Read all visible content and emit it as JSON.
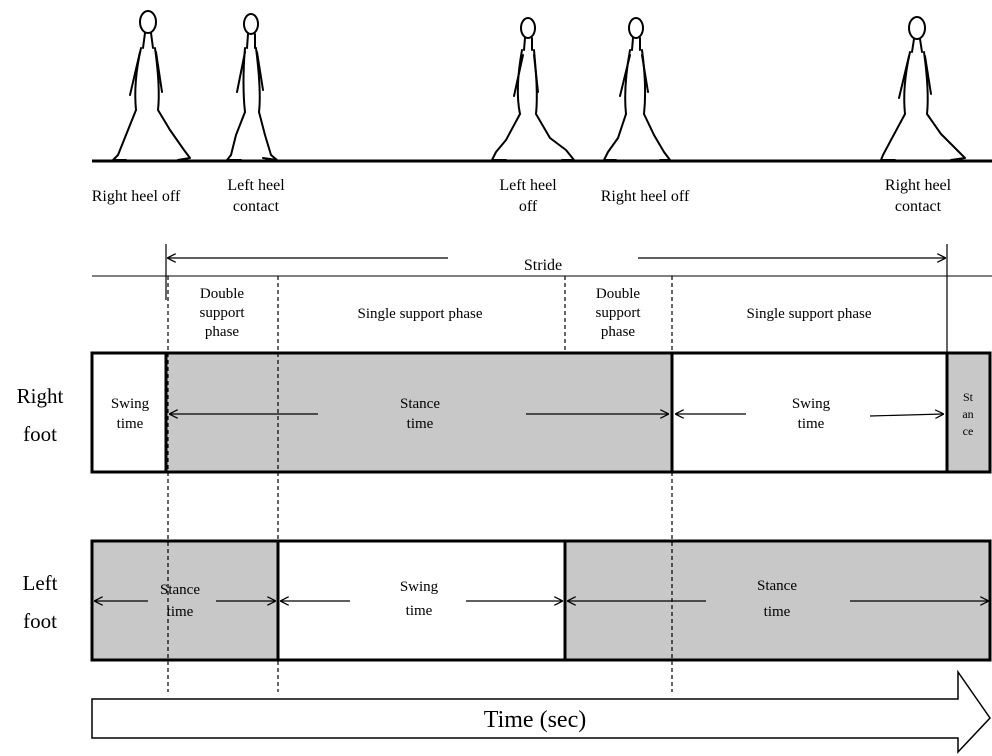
{
  "events": [
    [
      "Right heel off"
    ],
    [
      "Left heel",
      "contact"
    ],
    [
      "Left heel",
      "off"
    ],
    [
      "Right heel off"
    ],
    [
      "Right heel",
      "contact"
    ]
  ],
  "stride_label": "Stride",
  "phases": [
    [
      "Double",
      "support",
      "phase"
    ],
    [
      "Single support phase"
    ],
    [
      "Double",
      "support",
      "phase"
    ],
    [
      "Single support phase"
    ]
  ],
  "right_foot": {
    "label": [
      "Right",
      "foot"
    ],
    "segments": [
      {
        "lines": [
          "Swing",
          "time"
        ],
        "shaded": false
      },
      {
        "lines": [
          "Stance",
          "time"
        ],
        "shaded": true
      },
      {
        "lines": [
          "Swing",
          "time"
        ],
        "shaded": false
      },
      {
        "lines": [
          "St",
          "an",
          "ce"
        ],
        "shaded": true
      }
    ]
  },
  "left_foot": {
    "label": [
      "Left",
      "foot"
    ],
    "segments": [
      {
        "lines": [
          "Stance",
          "time"
        ],
        "shaded": true
      },
      {
        "lines": [
          "Swing",
          "time"
        ],
        "shaded": false
      },
      {
        "lines": [
          "Stance",
          "time"
        ],
        "shaded": true
      }
    ]
  },
  "time_axis_label": "Time (sec)",
  "colors": {
    "stance_fill": "#c8c8c8",
    "swing_fill": "#ffffff",
    "line": "#000000"
  }
}
